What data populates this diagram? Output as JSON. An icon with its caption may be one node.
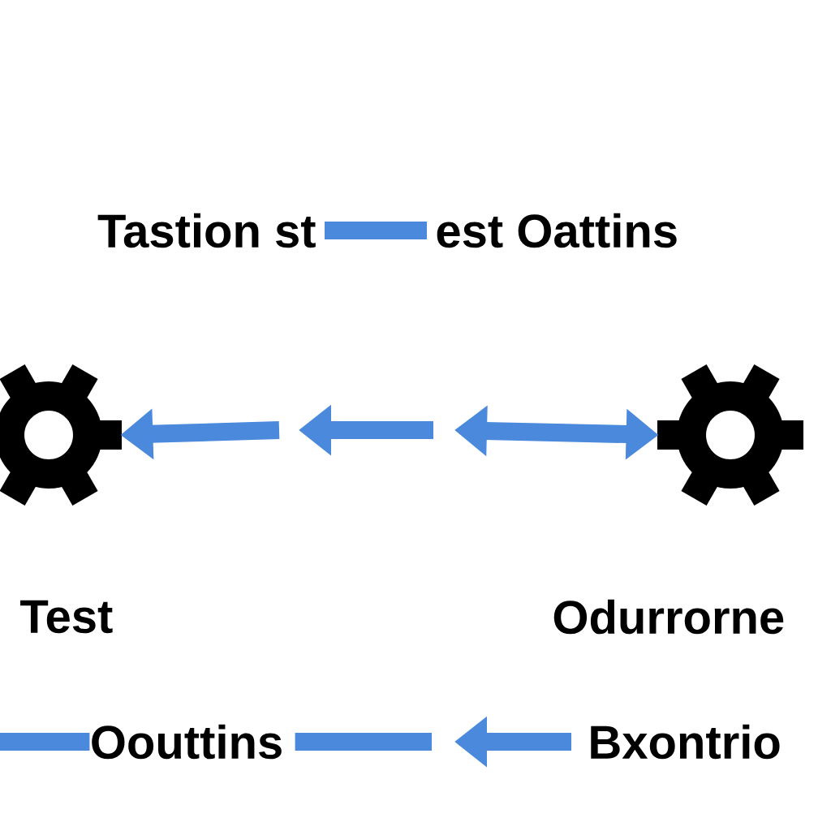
{
  "diagram": {
    "nodes": [
      {
        "text": [
          "Tastion st"
        ]
      },
      {
        "text": [
          "est Oattins"
        ]
      },
      {
        "text": [],
        "shape": "gear"
      },
      {
        "text": [],
        "shape": "gear"
      },
      {
        "text": [
          "Test"
        ]
      },
      {
        "text": [
          "Odurrorne"
        ]
      },
      {
        "text": [
          "Oouttins"
        ]
      },
      {
        "text": [
          "Bxontrio"
        ]
      }
    ],
    "edges": [
      {
        "from": 0,
        "to": 1,
        "arrow": "none"
      },
      {
        "from": null,
        "to": 2,
        "arrow": "to"
      },
      {
        "from": null,
        "to": 3,
        "arrow": "both"
      },
      {
        "from": null,
        "to": 6,
        "arrow": "none"
      },
      {
        "from": 6,
        "to": null,
        "arrow": "none"
      },
      {
        "from": 7,
        "to": null,
        "arrow": "to"
      }
    ]
  }
}
